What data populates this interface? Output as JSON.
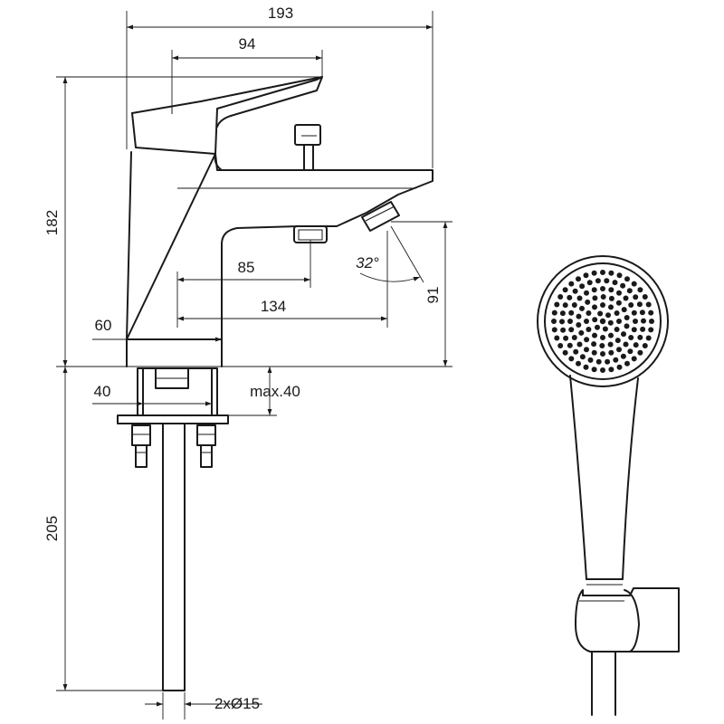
{
  "dimensions": {
    "overall_width": "193",
    "lever_width": "94",
    "height_total": "182",
    "spout_inner": "85",
    "spout_reach": "134",
    "base_width": "60",
    "spout_height": "91",
    "angle": "32°",
    "stud_spacing": "40",
    "max_deck": "max.40",
    "tail_length": "205",
    "hoses": "2xØ15"
  },
  "colors": {
    "line": "#1a1a1a",
    "background": "#ffffff"
  }
}
